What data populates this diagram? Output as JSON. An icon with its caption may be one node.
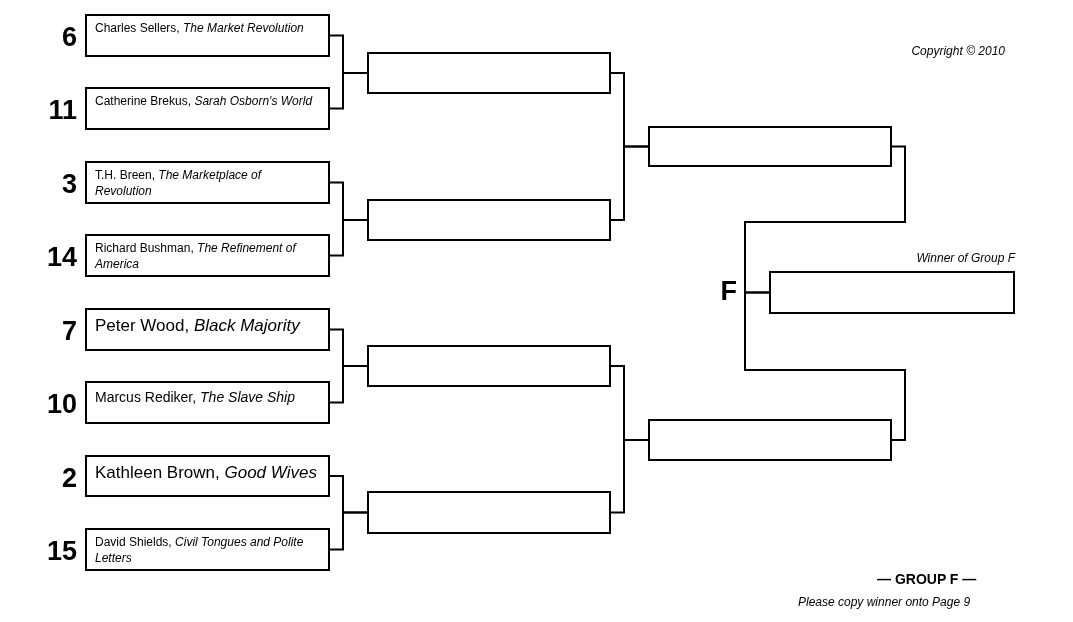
{
  "diagram": {
    "nodes": [
      {
        "text": [
          "Charles Sellers, *The Market Revolution*"
        ],
        "beside": [
          "6"
        ]
      },
      {
        "text": [
          "Catherine Brekus, *Sarah Osborn's World*"
        ],
        "beside": [
          "11"
        ]
      },
      {
        "text": [
          "T.H. Breen, *The Marketplace of Revolution*"
        ],
        "beside": [
          "3"
        ]
      },
      {
        "text": [
          "Richard Bushman, *The Refinement of America*"
        ],
        "beside": [
          "14"
        ]
      },
      {
        "text": [
          "Peter Wood, *Black Majority*"
        ],
        "beside": [
          "7"
        ]
      },
      {
        "text": [
          "Marcus Rediker, *The Slave Ship*"
        ],
        "beside": [
          "10"
        ]
      },
      {
        "text": [
          "Kathleen Brown, *Good Wives*"
        ],
        "beside": [
          "2"
        ]
      },
      {
        "text": [
          "David Shields, *Civil Tongues and Polite Letters*"
        ],
        "beside": [
          "15"
        ]
      },
      {
        "text": [],
        "shape": "box"
      },
      {
        "text": [],
        "shape": "box"
      },
      {
        "text": [],
        "shape": "box"
      },
      {
        "text": [],
        "shape": "box"
      },
      {
        "text": [],
        "shape": "box"
      },
      {
        "text": [],
        "shape": "box"
      },
      {
        "text": [
          "Winner of Group F"
        ],
        "beside": [
          "F"
        ]
      }
    ],
    "edges": [
      {
        "from": 0,
        "to": 8,
        "arrow": "none"
      },
      {
        "from": 1,
        "to": 8,
        "arrow": "none"
      },
      {
        "from": 2,
        "to": 9,
        "arrow": "none"
      },
      {
        "from": 3,
        "to": 9,
        "arrow": "none"
      },
      {
        "from": 4,
        "to": 10,
        "arrow": "none"
      },
      {
        "from": 5,
        "to": 10,
        "arrow": "none"
      },
      {
        "from": 6,
        "to": 11,
        "arrow": "none"
      },
      {
        "from": 7,
        "to": 11,
        "arrow": "none"
      },
      {
        "from": 8,
        "to": 12,
        "arrow": "none"
      },
      {
        "from": 9,
        "to": 12,
        "arrow": "none"
      },
      {
        "from": 10,
        "to": 13,
        "arrow": "none"
      },
      {
        "from": 11,
        "to": 13,
        "arrow": "none"
      },
      {
        "from": 12,
        "to": 14,
        "arrow": "none"
      },
      {
        "from": 13,
        "to": 14,
        "arrow": "none"
      }
    ],
    "labels": [
      "Copyright © 2010",
      "— GROUP F —",
      "Please copy winner onto Page 9"
    ]
  }
}
